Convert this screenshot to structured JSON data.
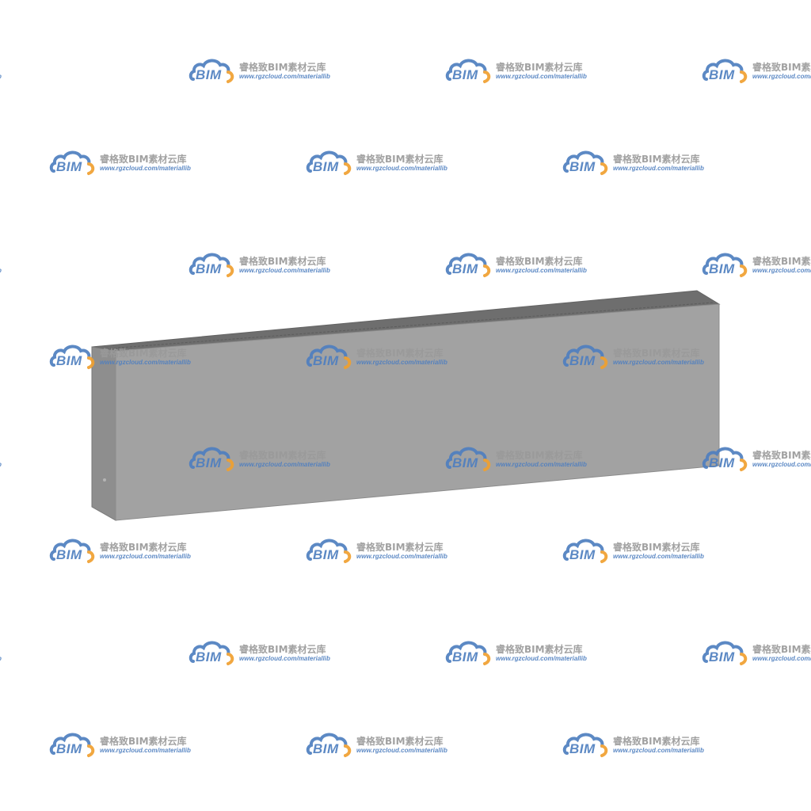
{
  "watermark": {
    "logo_text": "BIM",
    "brand_text": "睿格致BIM素材云库",
    "url_text": "www.rgzcloud.com/materiallib",
    "colors": {
      "logo_blue": "#4f7fc0",
      "logo_orange": "#f0a030",
      "brand_gray": "#9a9a9a"
    }
  },
  "model": {
    "object": "rectangular-box",
    "colors": {
      "front_face": "#a2a2a2",
      "top_face": "#6e6e6e",
      "left_face": "#8e8e8e",
      "edge": "#7a7a7a"
    }
  },
  "icons": {
    "watermark_logo": "cloud-bim-logo-icon"
  }
}
